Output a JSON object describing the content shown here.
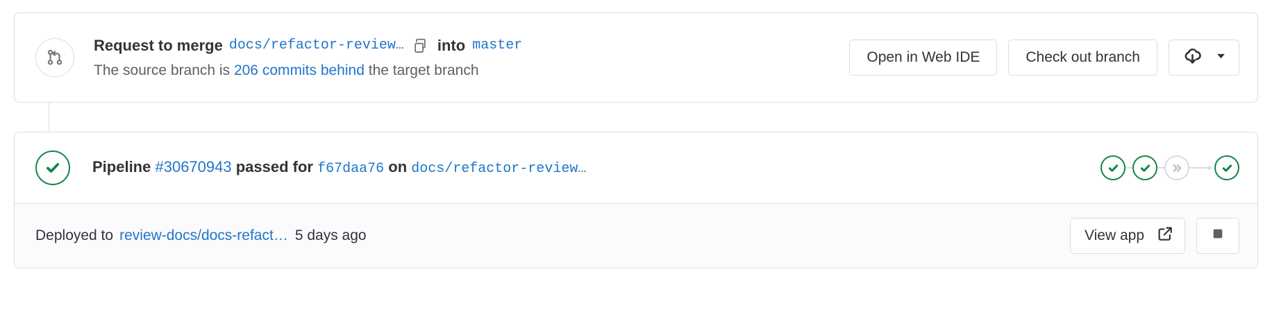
{
  "merge_request": {
    "icon": "merge-request-icon",
    "title_prefix": "Request to merge",
    "source_branch": "docs/refactor-review…",
    "copy_icon": "copy-icon",
    "into_word": "into",
    "target_branch": "master",
    "subtitle_prefix": "The source branch is",
    "behind_link": "206 commits behind",
    "subtitle_suffix": "the target branch",
    "actions": {
      "web_ide_label": "Open in Web IDE",
      "checkout_label": "Check out branch",
      "download_icon": "cloud-download-icon",
      "dropdown_icon": "chevron-down-icon"
    }
  },
  "pipeline": {
    "status_icon": "status-success-icon",
    "label": "Pipeline",
    "id": "#30670943",
    "state": "passed for",
    "commit_sha": "f67daa76",
    "on_word": "on",
    "ref_branch": "docs/refactor-review…",
    "stages": [
      {
        "name": "stage-1",
        "status": "success",
        "icon": "check-icon"
      },
      {
        "name": "stage-2",
        "status": "success",
        "icon": "check-icon"
      },
      {
        "name": "stage-3",
        "status": "skipped",
        "icon": "skipped-icon"
      },
      {
        "name": "stage-4",
        "status": "success",
        "icon": "check-icon"
      }
    ]
  },
  "deployment": {
    "prefix": "Deployed to",
    "environment": "review-docs/docs-refact…",
    "time": "5 days ago",
    "view_app_label": "View app",
    "external_link_icon": "external-link-icon",
    "stop_icon": "stop-icon"
  },
  "colors": {
    "link": "#1f75cb",
    "success": "#108548",
    "border": "#dcdcde",
    "text": "#333238",
    "muted": "#5e5e67",
    "footer_bg": "#fbfafd"
  }
}
